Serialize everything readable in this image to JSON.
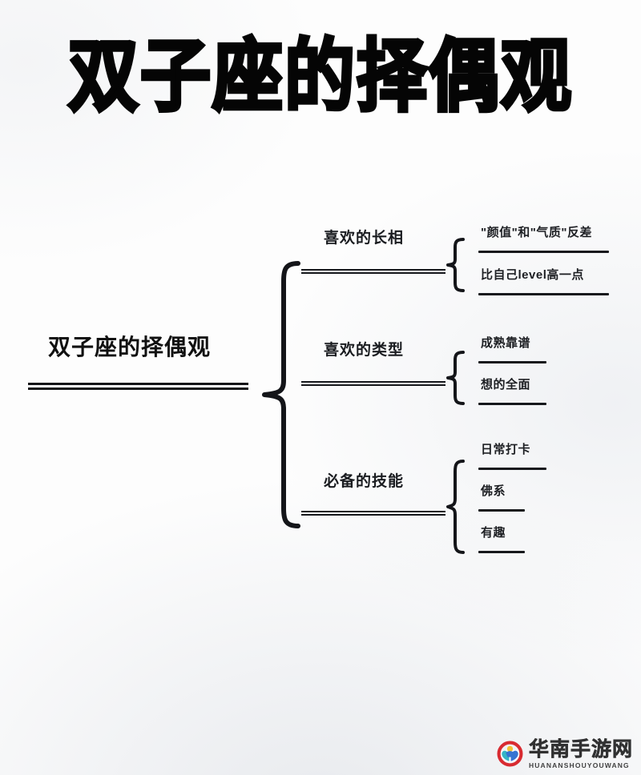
{
  "page": {
    "title": "双子座的择偶观",
    "background_color": "#fdfdfd",
    "text_color": "#16181c"
  },
  "mindmap": {
    "root": {
      "label": "双子座的择偶观"
    },
    "branches": [
      {
        "label": "喜欢的长相",
        "leaves": [
          {
            "label": "\"颜值\"和\"气质\"反差"
          },
          {
            "label": "比自己level高一点"
          }
        ]
      },
      {
        "label": "喜欢的类型",
        "leaves": [
          {
            "label": "成熟靠谱"
          },
          {
            "label": "想的全面"
          }
        ]
      },
      {
        "label": "必备的技能",
        "leaves": [
          {
            "label": "日常打卡"
          },
          {
            "label": "佛系"
          },
          {
            "label": "有趣"
          }
        ]
      }
    ]
  },
  "watermark": {
    "name_cn": "华南手游网",
    "name_en": "HUANANSHOUYOUWANG",
    "logo_colors": {
      "ring": "#d8232a",
      "figure_blue": "#2e6fd0",
      "figure_yellow": "#f2c230",
      "figure_teal": "#2fb3c4"
    }
  }
}
